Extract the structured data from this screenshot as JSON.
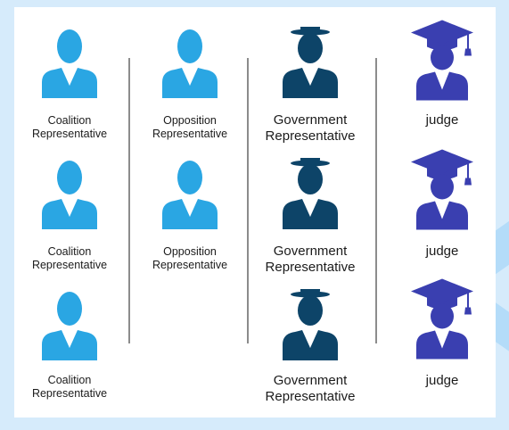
{
  "colors": {
    "coalition": "#2aa6e3",
    "opposition": "#2aa6e3",
    "government": "#0d4468",
    "judge": "#3a3fb0"
  },
  "columns": {
    "coalition": {
      "icon": "person-icon",
      "label_line1": "Coalition",
      "label_line2": "Representative"
    },
    "opposition": {
      "icon": "person-icon",
      "label_line1": "Opposition",
      "label_line2": "Representative"
    },
    "government": {
      "icon": "person-with-hat-icon",
      "label_line1": "Government",
      "label_line2": "Representative"
    },
    "judge": {
      "icon": "graduate-cap-person-icon",
      "label": "judge"
    }
  }
}
